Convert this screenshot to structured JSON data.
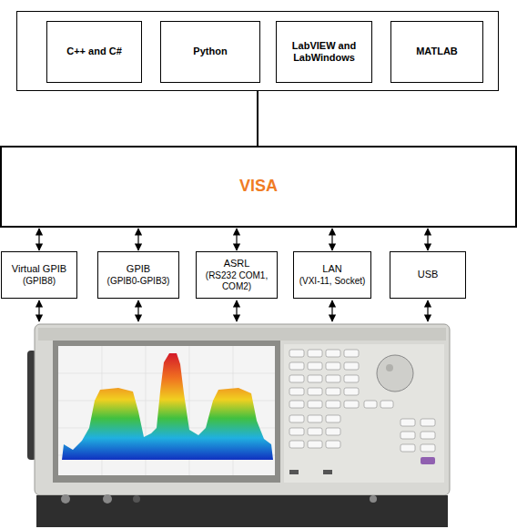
{
  "diagram": {
    "nodes": [
      {
        "text": []
      },
      {
        "text": [
          "C++ and C#"
        ],
        "in": 0
      },
      {
        "text": [
          "Python"
        ],
        "in": 0
      },
      {
        "text": [
          "LabVIEW and LabWindows"
        ],
        "in": 0
      },
      {
        "text": [
          "MATLAB"
        ],
        "in": 0
      },
      {
        "text": [
          "VISA"
        ]
      },
      {
        "text": [
          "Virtual GPIB",
          "(GPIB8)"
        ]
      },
      {
        "text": [
          "GPIB",
          "(GPIB0-GPIB3)"
        ]
      },
      {
        "text": [
          "ASRL",
          "(RS232 COM1, COM2)"
        ]
      },
      {
        "text": [
          "LAN",
          "(VXI-11, Socket)"
        ]
      },
      {
        "text": [
          "USB"
        ]
      }
    ],
    "edges": [
      {
        "from": 0,
        "to": 5,
        "arrow": "none"
      },
      {
        "from": 5,
        "to": 6,
        "arrow": "both"
      },
      {
        "from": 5,
        "to": 7,
        "arrow": "both"
      },
      {
        "from": 5,
        "to": 8,
        "arrow": "both"
      },
      {
        "from": 5,
        "to": 9,
        "arrow": "both"
      },
      {
        "from": 5,
        "to": 10,
        "arrow": "both"
      }
    ]
  }
}
